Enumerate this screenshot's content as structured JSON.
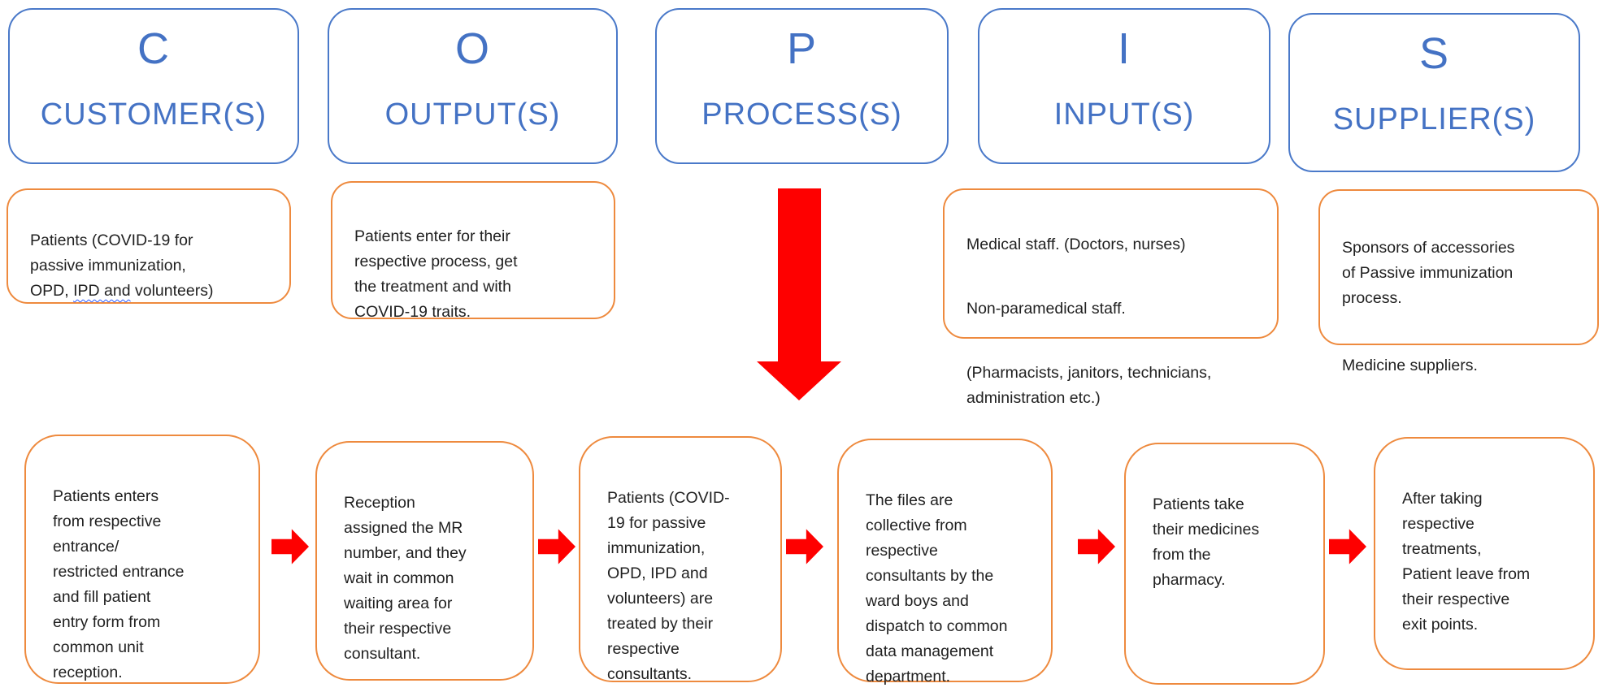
{
  "diagram": {
    "title_acronym": "COPIS",
    "colors": {
      "blue_accent": "#4472C4",
      "orange_accent": "#EE8A3E",
      "red_arrow": "#FE0000",
      "body_text": "#212121"
    },
    "columns": [
      {
        "letter": "C",
        "title": "CUSTOMER(S)"
      },
      {
        "letter": "O",
        "title": "OUTPUT(S)"
      },
      {
        "letter": "P",
        "title": "PROCESS(S)"
      },
      {
        "letter": "I",
        "title": "INPUT(S)"
      },
      {
        "letter": "S",
        "title": "SUPPLIER(S)"
      }
    ],
    "descriptions": {
      "customer": {
        "prefix": "Patients (COVID-19 for\npassive immunization,\nOPD, ",
        "wavy_segment": "IPD  and",
        "suffix": " volunteers)"
      },
      "output": {
        "text": "Patients enter for their\nrespective process, get\nthe treatment and with\nCOVID-19 traits."
      },
      "input": {
        "p1": "Medical staff. (Doctors, nurses)",
        "p2": "Non-paramedical staff.",
        "p3": "(Pharmacists, janitors, technicians,\nadministration etc.)"
      },
      "supplier": {
        "p1": "Sponsors of accessories\nof Passive immunization\nprocess.",
        "p2": "Medicine suppliers."
      }
    },
    "process_steps": [
      {
        "text": "Patients enters\nfrom respective\nentrance/\nrestricted entrance\nand fill patient\nentry form from\ncommon unit\nreception."
      },
      {
        "text": "Reception\nassigned the MR\nnumber, and they\nwait in common\nwaiting area for\ntheir respective\nconsultant."
      },
      {
        "text": "Patients (COVID-\n19 for passive\nimmunization,\nOPD, IPD and\nvolunteers) are\ntreated by their\nrespective\nconsultants."
      },
      {
        "text": "The files are\ncollective from\nrespective\nconsultants by the\nward boys and\ndispatch to common\ndata management\ndepartment."
      },
      {
        "text": "Patients take\ntheir medicines\nfrom the\npharmacy."
      },
      {
        "text": "After taking\nrespective\ntreatments,\nPatient leave from\ntheir respective\nexit points."
      }
    ]
  }
}
